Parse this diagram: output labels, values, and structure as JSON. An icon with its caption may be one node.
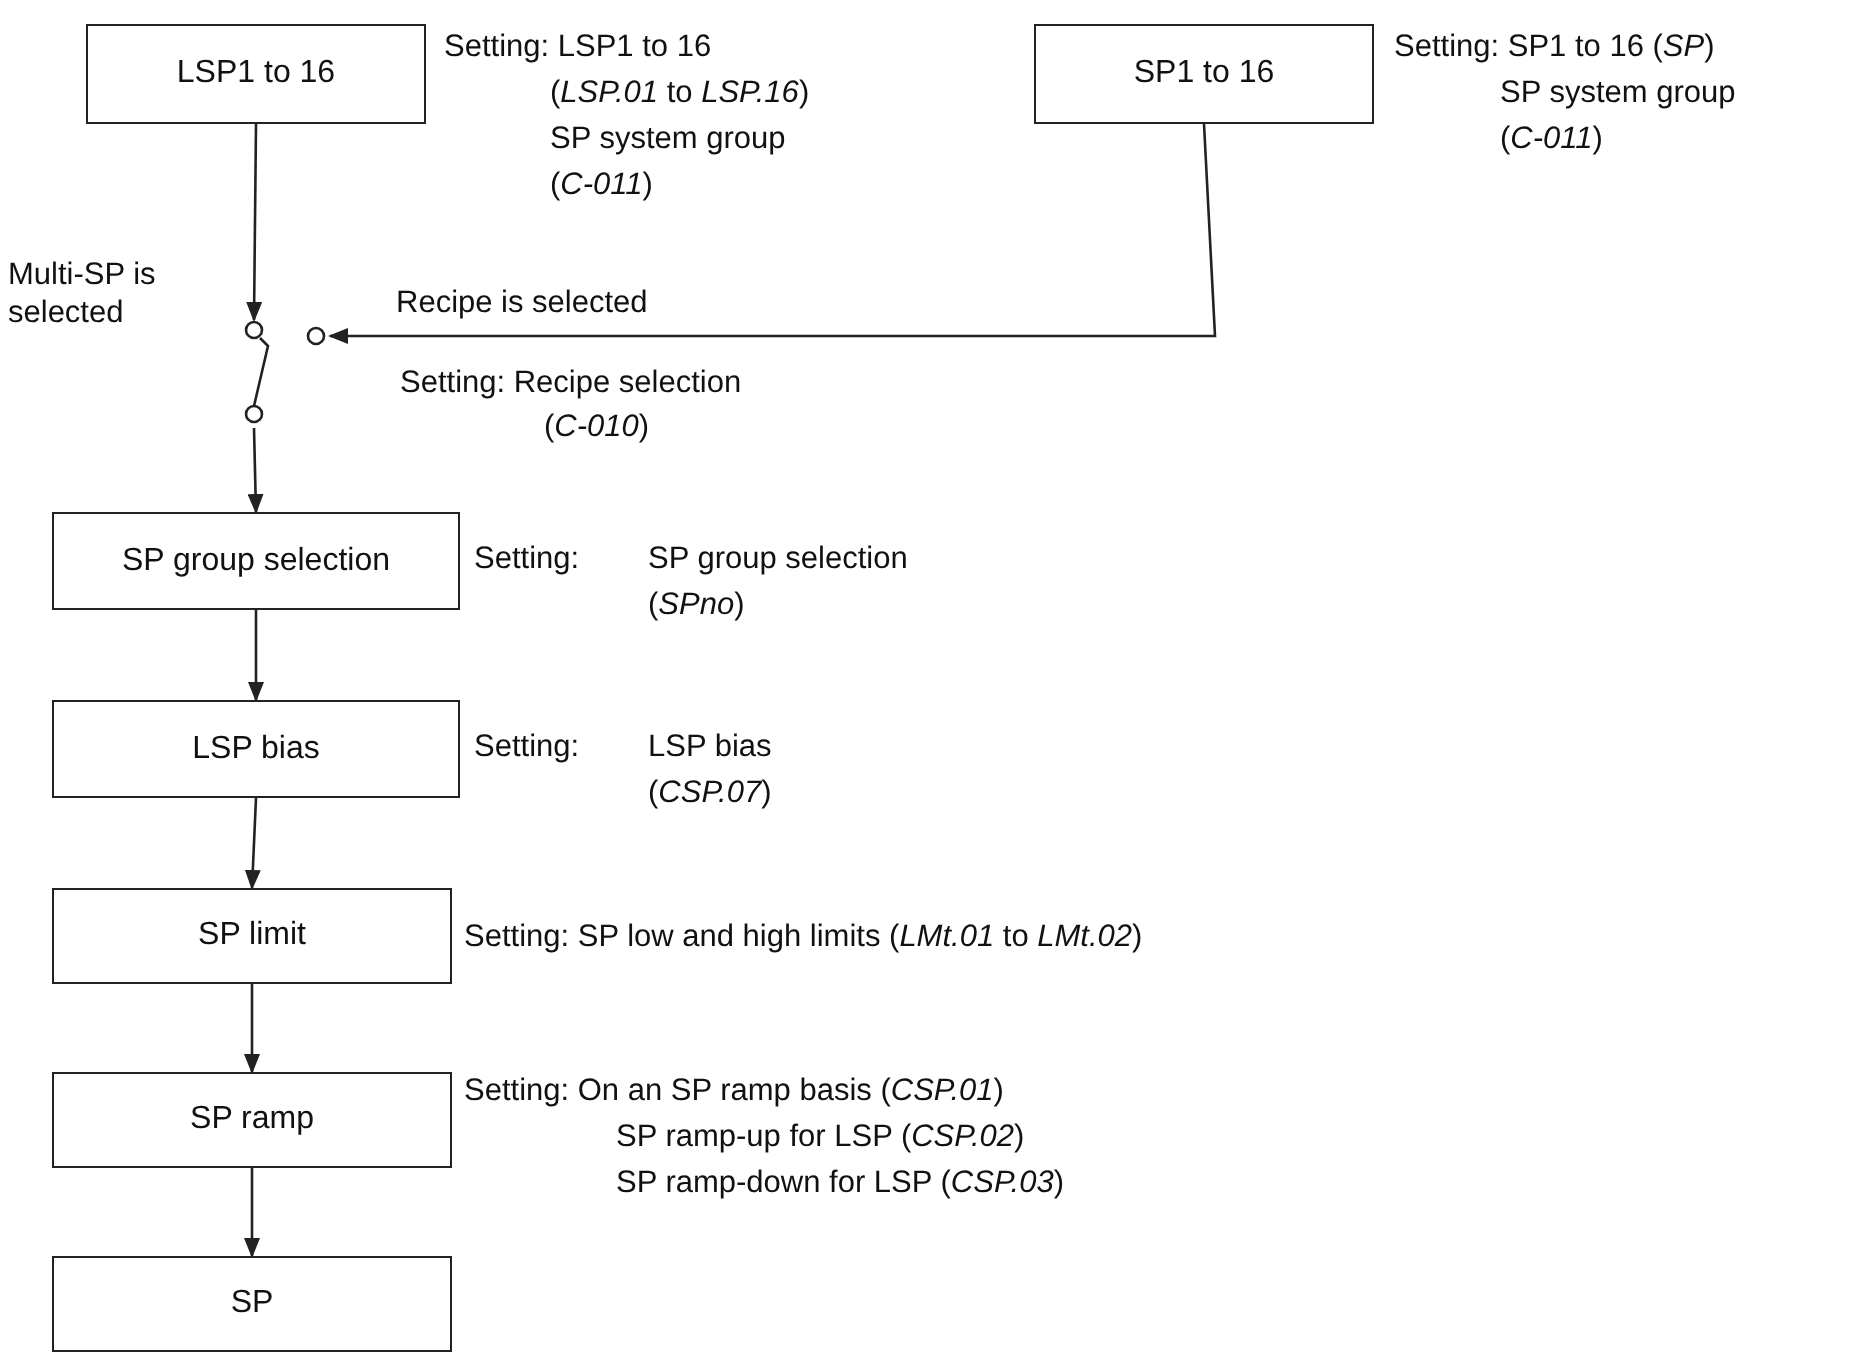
{
  "diagram": {
    "nodes": [
      {
        "text": [
          "LSP1 to 16"
        ],
        "beside": [
          "Setting: LSP1 to 16",
          "(*LSP.01* to *LSP.16*)",
          "SP system group",
          "(*C-011*)"
        ]
      },
      {
        "text": [
          "SP1 to 16"
        ],
        "beside": [
          "Setting: SP1 to 16 (*SP*)",
          "SP system group",
          "(*C-011*)"
        ]
      },
      {
        "text": [],
        "shape": "switch",
        "beside": [
          "Multi-SP is selected",
          "Setting: Recipe selection",
          "(*C-010*)"
        ]
      },
      {
        "text": [
          "SP group selection"
        ],
        "beside": [
          "Setting:",
          "SP group selection",
          "(*SPno*)"
        ]
      },
      {
        "text": [
          "LSP bias"
        ],
        "beside": [
          "Setting:",
          "LSP bias",
          "(*CSP.07*)"
        ]
      },
      {
        "text": [
          "SP limit"
        ],
        "beside": [
          "Setting: SP low and high limits (*LMt.01* to *LMt.02*)"
        ]
      },
      {
        "text": [
          "SP ramp"
        ],
        "beside": [
          "Setting: On an SP ramp basis (*CSP.01*)",
          "SP ramp-up for LSP (*CSP.02*)",
          "SP ramp-down for LSP (*CSP.03*)"
        ]
      },
      {
        "text": [
          "SP"
        ]
      }
    ],
    "edges": [
      {
        "from": 0,
        "to": 2,
        "arrow": "to"
      },
      {
        "from": 1,
        "to": 2,
        "arrow": "to",
        "label": "Recipe is selected"
      },
      {
        "from": 2,
        "to": 3,
        "arrow": "to"
      },
      {
        "from": 3,
        "to": 4,
        "arrow": "to"
      },
      {
        "from": 4,
        "to": 5,
        "arrow": "to"
      },
      {
        "from": 5,
        "to": 6,
        "arrow": "to"
      },
      {
        "from": 6,
        "to": 7,
        "arrow": "to"
      }
    ]
  }
}
